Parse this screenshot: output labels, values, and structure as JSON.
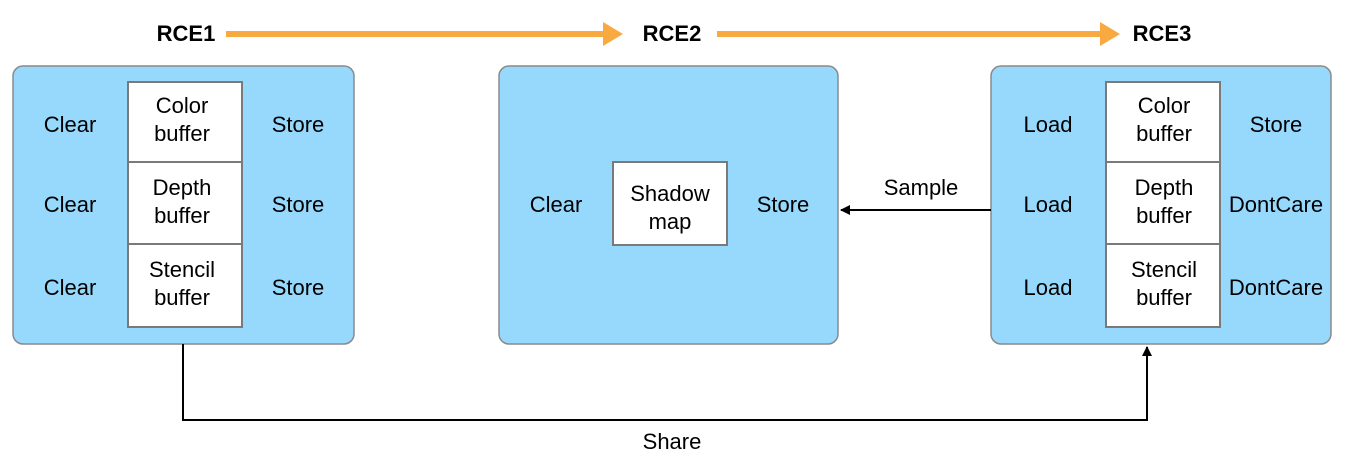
{
  "colors": {
    "pass_fill": "#97d9fd",
    "flow_arrow": "#f8aa40",
    "attachment_fill": "#ffffff"
  },
  "passes": [
    {
      "title": "RCE1",
      "rows": [
        {
          "load": "Clear",
          "attachment": [
            "Color",
            "buffer"
          ],
          "store": "Store"
        },
        {
          "load": "Clear",
          "attachment": [
            "Depth",
            "buffer"
          ],
          "store": "Store"
        },
        {
          "load": "Clear",
          "attachment": [
            "Stencil",
            "buffer"
          ],
          "store": "Store"
        }
      ]
    },
    {
      "title": "RCE2",
      "rows": [
        {
          "load": "Clear",
          "attachment": [
            "Shadow",
            "map"
          ],
          "store": "Store"
        }
      ]
    },
    {
      "title": "RCE3",
      "rows": [
        {
          "load": "Load",
          "attachment": [
            "Color",
            "buffer"
          ],
          "store": "Store"
        },
        {
          "load": "Load",
          "attachment": [
            "Depth",
            "buffer"
          ],
          "store": "DontCare"
        },
        {
          "load": "Load",
          "attachment": [
            "Stencil",
            "buffer"
          ],
          "store": "DontCare"
        }
      ]
    }
  ],
  "edges": {
    "sample": "Sample",
    "share": "Share"
  }
}
